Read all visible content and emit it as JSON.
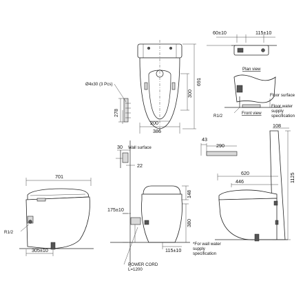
{
  "top_view": {
    "dim_width_total": "386",
    "dim_width_inner": "200",
    "dim_height_total": "691",
    "dim_height_inner": "300",
    "dim_anchor_height": "278",
    "anchor_label": "Ø4x30 (3 Pcs)"
  },
  "plan_view": {
    "dim_left": "60±10",
    "dim_right": "115±10",
    "label": "Plan view"
  },
  "front_small": {
    "label": "Front view",
    "pipe_label": "R1/2",
    "floor_label": "Floor surface",
    "water_label_line1": "Floor water",
    "water_label_line2": "supply",
    "water_label_line3": "specification"
  },
  "wall_detail": {
    "dim_30": "30",
    "wall_label": "Wall surface",
    "dim_22": "22"
  },
  "side_left": {
    "dim_length": "701",
    "pipe_label": "R1/2",
    "dim_bottom": "305±10"
  },
  "front_center": {
    "dim_left_height": "175±10",
    "dim_148": "148",
    "dim_380": "380",
    "dim_bottom": "115±10",
    "cord_label_line1": "POWER CORD",
    "cord_label_line2": "L=1200"
  },
  "side_right": {
    "dim_43": "43",
    "dim_290": "290",
    "dim_108": "108",
    "dim_620": "620",
    "dim_446": "446",
    "dim_1125": "1125",
    "note_line1": "*For wall water",
    "note_line2": "supply",
    "note_line3": "specification"
  }
}
